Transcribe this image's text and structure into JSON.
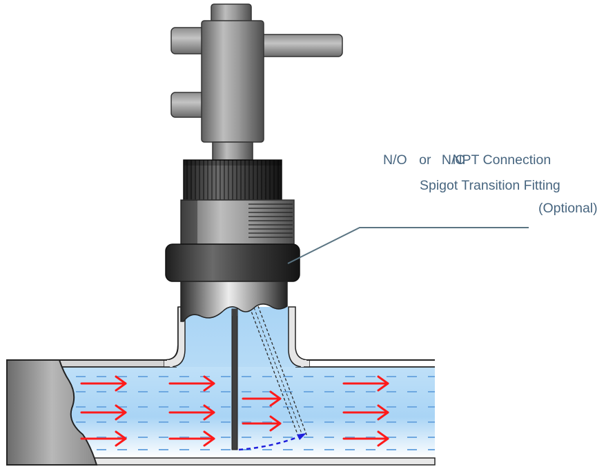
{
  "callout": {
    "line1_a": "N/O",
    "line1_b": "or",
    "line1_c": "N/C",
    "line1_d": "NPT Connection",
    "line2": "Spigot Transition Fitting",
    "line3": "(Optional)"
  },
  "colors": {
    "label_text": "#47657f",
    "leader_line": "#5a7482",
    "fluid_light": "#ffffff",
    "fluid_blue": "#a9d4f5",
    "flow_arrow": "#ff1a1a",
    "dashed_flow": "#1f1fdc",
    "dash_line": "#6ea8e0"
  }
}
